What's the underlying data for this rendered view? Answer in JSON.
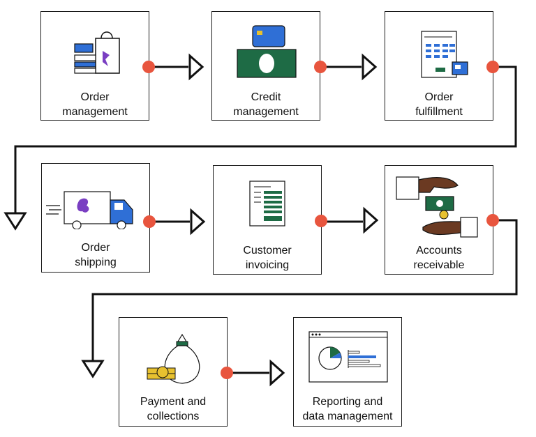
{
  "steps": [
    {
      "id": "order-management",
      "line1": "Order",
      "line2": "management",
      "icon": "shopping-bag-icon"
    },
    {
      "id": "credit-management",
      "line1": "Credit",
      "line2": "management",
      "icon": "credit-card-icon"
    },
    {
      "id": "order-fulfillment",
      "line1": "Order",
      "line2": "fulfillment",
      "icon": "document-icon"
    },
    {
      "id": "order-shipping",
      "line1": "Order",
      "line2": "shipping",
      "icon": "truck-icon"
    },
    {
      "id": "customer-invoicing",
      "line1": "Customer",
      "line2": "invoicing",
      "icon": "invoice-icon"
    },
    {
      "id": "accounts-receivable",
      "line1": "Accounts",
      "line2": "receivable",
      "icon": "hand-payment-icon"
    },
    {
      "id": "payment-and-collections",
      "line1": "Payment and",
      "line2": "collections",
      "icon": "money-bag-icon"
    },
    {
      "id": "reporting-and-data-management",
      "line1": "Reporting and",
      "line2": "data management",
      "icon": "report-chart-icon"
    }
  ],
  "colors": {
    "connector_dot": "#e8553e",
    "stroke": "#111111",
    "green": "#1e6b45",
    "blue": "#2f6fd6",
    "purple": "#7a3fc2",
    "gold": "#e8c12f",
    "skin": "#6b3a22"
  }
}
